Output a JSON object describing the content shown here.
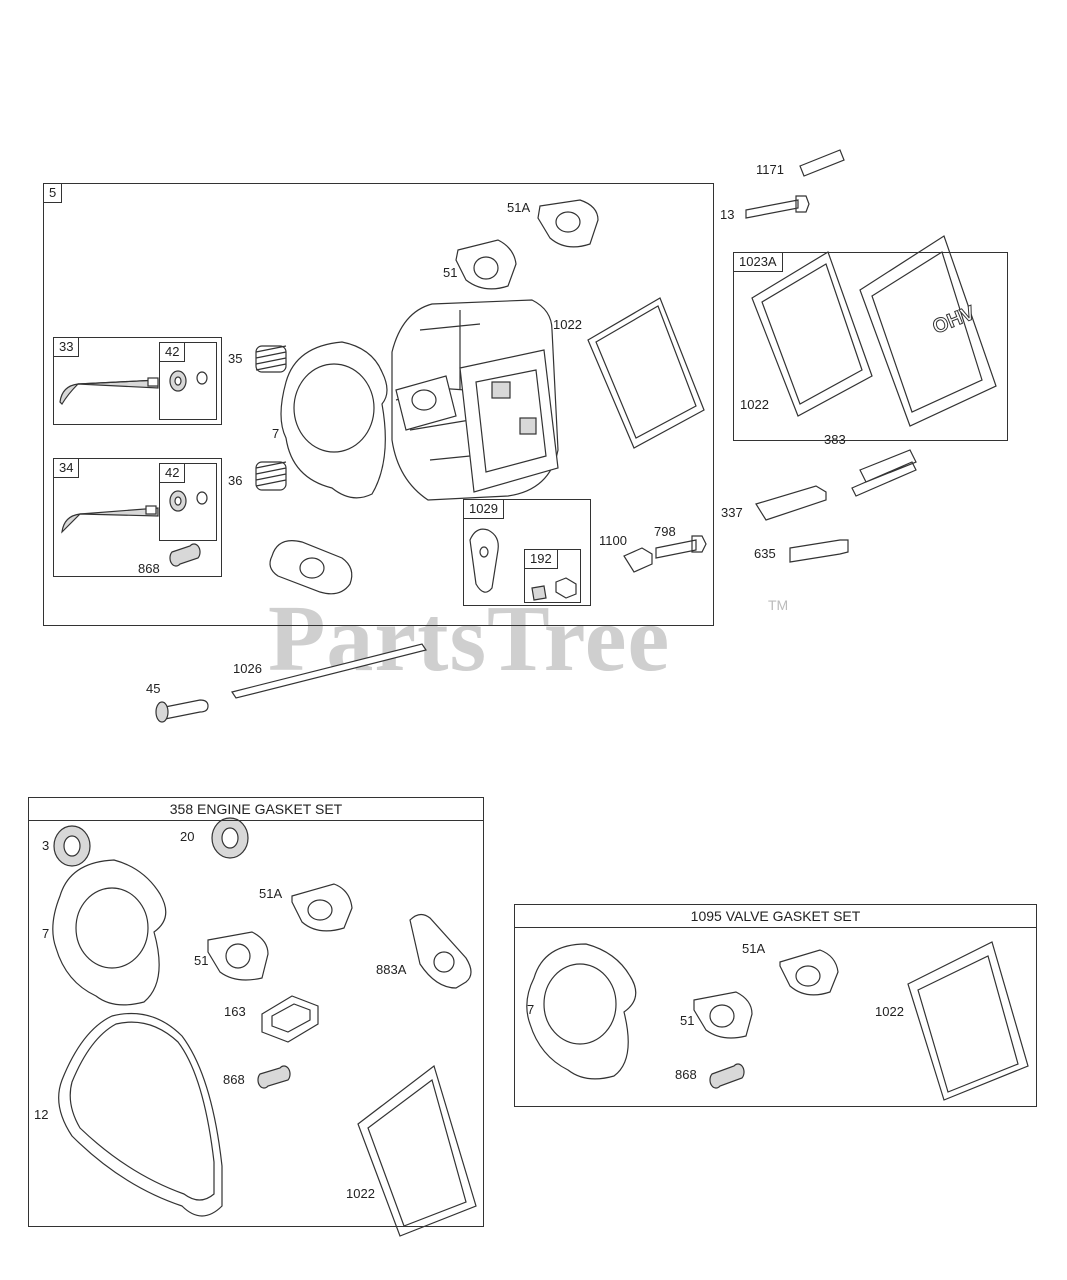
{
  "watermark": {
    "text": "PartsTree",
    "tm": "TM"
  },
  "head_assembly": {
    "box_tag": "5",
    "exhaust_valve_box_tag": "33",
    "intake_valve_box_tag": "34",
    "retainer_tag_top": "42",
    "retainer_tag_bottom": "42",
    "rocker_box_tag": "1029",
    "rocker_nut_tag": "192",
    "labels": {
      "spring_top": "35",
      "spring_bottom": "36",
      "head_gasket": "7",
      "intake_gasket_a": "51A",
      "intake_gasket": "51",
      "cover_gasket": "1022",
      "valve_seal": "868",
      "rocker_stud": "1100",
      "rocker_screw": "798"
    }
  },
  "cover_box": {
    "tag": "1023A",
    "gasket_label": "1022",
    "cover_text": "OHV"
  },
  "loose_parts": {
    "stud": "1171",
    "bolt": "13",
    "spark_plug": "337",
    "plug_boot": "383",
    "plug_cap": "635",
    "tappet": "45",
    "push_rod": "1026"
  },
  "engine_gasket_set": {
    "title": "358 ENGINE GASKET SET",
    "labels": {
      "seal_3": "3",
      "seal_20": "20",
      "head_gasket": "7",
      "gasket_51a": "51A",
      "gasket_51": "51",
      "gasket_883a": "883A",
      "gasket_163": "163",
      "seal_868": "868",
      "sump_gasket": "12",
      "cover_gasket": "1022"
    }
  },
  "valve_gasket_set": {
    "title": "1095 VALVE GASKET SET",
    "labels": {
      "head_gasket": "7",
      "gasket_51a": "51A",
      "gasket_51": "51",
      "seal_868": "868",
      "cover_gasket": "1022"
    }
  }
}
